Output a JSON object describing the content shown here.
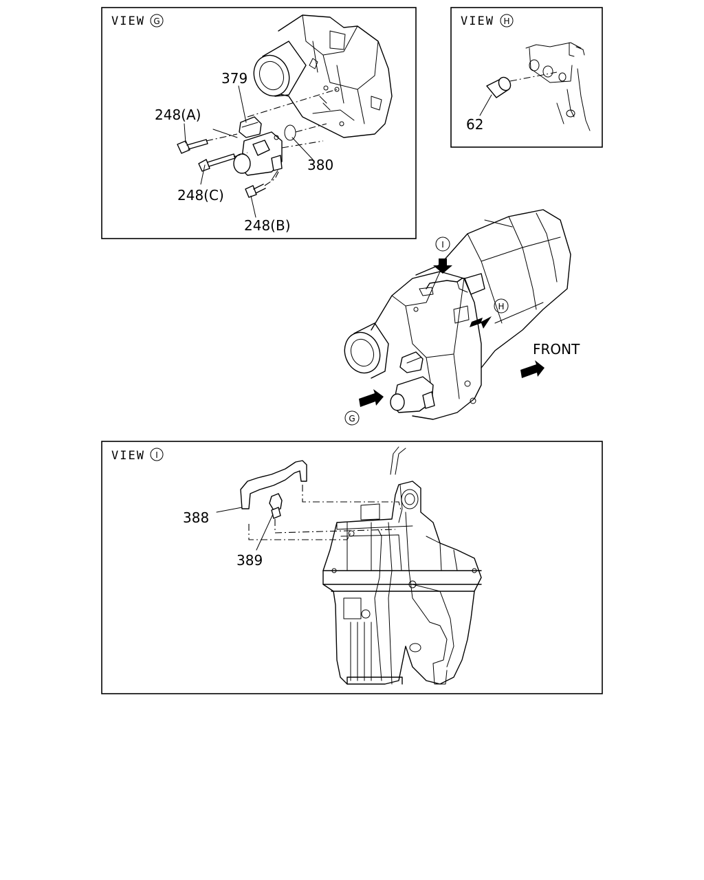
{
  "view_g": {
    "title": "VIEW",
    "marker": "G",
    "callouts": {
      "p379": "379",
      "p248a": "248(A)",
      "p380": "380",
      "p248c": "248(C)",
      "p248b": "248(B)"
    }
  },
  "view_h": {
    "title": "VIEW",
    "marker": "H",
    "callouts": {
      "p62": "62"
    }
  },
  "main": {
    "marker_i": "I",
    "marker_h": "H",
    "marker_g": "G",
    "front_label": "FRONT"
  },
  "view_i": {
    "title": "VIEW",
    "marker": "I",
    "callouts": {
      "p388": "388",
      "p389": "389"
    }
  }
}
